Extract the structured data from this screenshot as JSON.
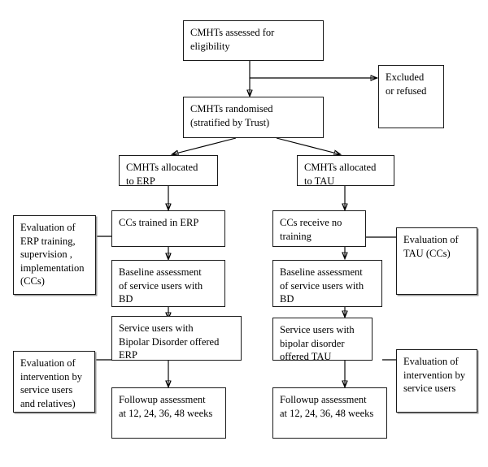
{
  "diagram": {
    "title": "CMHT cluster randomised trial flow diagram",
    "line_color": "#000000",
    "box_border_color": "#1a1a1a",
    "background_color": "#ffffff",
    "nodes": {
      "assessed": "CMHTs assessed for eligibility",
      "excluded": "Excluded\nor refused",
      "randomised": "CMHTs randomised\n(stratified by Trust)",
      "alloc_erp": "CMHTs allocated\nto ERP",
      "alloc_tau": "CMHTs allocated\nto TAU",
      "ccs_trained": "CCs trained in ERP",
      "ccs_no_training": "CCs receive no\ntraining",
      "eval_erp_training": "Evaluation of\nERP training,\nsupervision ,\nimplementation\n(CCs)",
      "eval_tau_ccs": "Evaluation of\nTAU (CCs)",
      "baseline_erp": "Baseline assessment\nof service users with\nBD",
      "baseline_tau": "Baseline assessment\nof service users with\nBD",
      "offered_erp": "Service users with\nBipolar Disorder offered\nERP",
      "offered_tau": "Service users with\nbipolar disorder\noffered TAU",
      "eval_intervention_erp": "Evaluation of\nintervention by\nservice users\nand relatives)",
      "eval_intervention_tau": "Evaluation of\nintervention by\nservice users",
      "followup_erp": "Followup assessment\nat 12, 24, 36, 48 weeks",
      "followup_tau": "Followup assessment\nat 12, 24, 36, 48 weeks"
    }
  }
}
